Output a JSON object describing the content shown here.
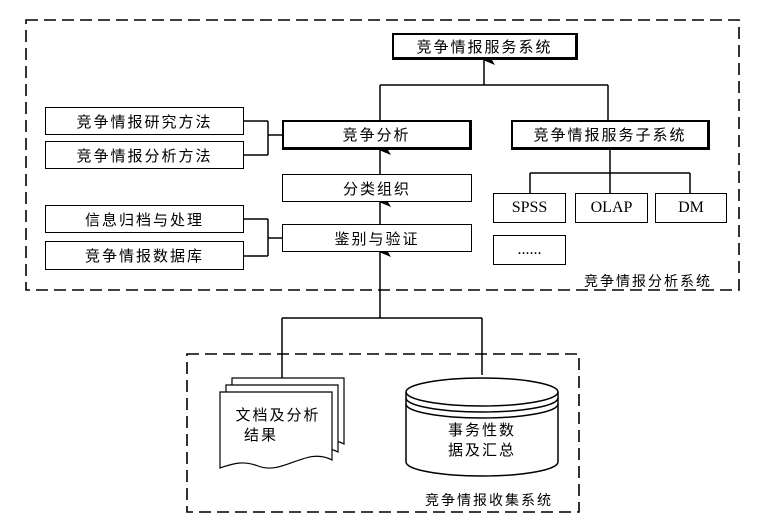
{
  "analysis_system": {
    "label": "竞争情报分析系统",
    "service_system": "竞争情报服务系统",
    "competitive_analysis": "竞争分析",
    "classification": "分类组织",
    "verification": "鉴别与验证",
    "research_methods": "竞争情报研究方法",
    "analysis_methods": "竞争情报分析方法",
    "info_archiving": "信息归档与处理",
    "database": "竞争情报数据库",
    "service_subsystem": "竞争情报服务子系统",
    "spss": "SPSS",
    "olap": "OLAP",
    "dm": "DM",
    "ellipsis": "......"
  },
  "collection_system": {
    "label": "竞争情报收集系统",
    "documents_line1": "文档及分析",
    "documents_line2": "结果",
    "transactions_line1": "事务性数",
    "transactions_line2": "据及汇总"
  }
}
